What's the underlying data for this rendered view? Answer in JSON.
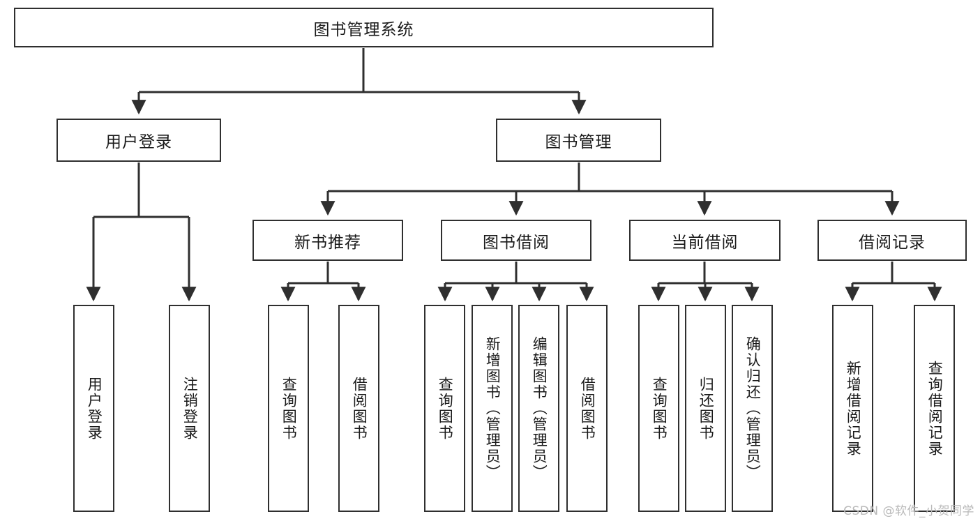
{
  "diagram": {
    "title_node": "图书管理系统",
    "level1": [
      {
        "id": "user-login",
        "label": "用户登录"
      },
      {
        "id": "book-manage",
        "label": "图书管理"
      }
    ],
    "level2": [
      {
        "id": "new-book-recommend",
        "label": "新书推荐"
      },
      {
        "id": "book-borrow",
        "label": "图书借阅"
      },
      {
        "id": "current-borrow",
        "label": "当前借阅"
      },
      {
        "id": "borrow-record",
        "label": "借阅记录"
      }
    ],
    "leaves": {
      "user_login": [
        {
          "id": "leaf-user-login",
          "label": "用户登录"
        },
        {
          "id": "leaf-logout-login",
          "label": "注销登录"
        }
      ],
      "new_book_recommend": [
        {
          "id": "leaf-query-book-1",
          "label": "查询图书"
        },
        {
          "id": "leaf-borrow-book-1",
          "label": "借阅图书"
        }
      ],
      "book_borrow": [
        {
          "id": "leaf-query-book-2",
          "label": "查询图书"
        },
        {
          "id": "leaf-add-book",
          "label": "新增图书（管理员）"
        },
        {
          "id": "leaf-edit-book",
          "label": "编辑图书（管理员）"
        },
        {
          "id": "leaf-borrow-book-2",
          "label": "借阅图书"
        }
      ],
      "current_borrow": [
        {
          "id": "leaf-query-book-3",
          "label": "查询图书"
        },
        {
          "id": "leaf-return-book",
          "label": "归还图书"
        },
        {
          "id": "leaf-confirm-return",
          "label": "确认归还（管理员）"
        }
      ],
      "borrow_record": [
        {
          "id": "leaf-add-record",
          "label": "新增借阅记录"
        },
        {
          "id": "leaf-query-record",
          "label": "查询借阅记录"
        }
      ]
    }
  },
  "watermark": {
    "text": "CSDN @软件_小贺同学"
  },
  "colors": {
    "stroke": "#2f2f2f",
    "box_fill": "#ffffff",
    "text": "#1a1a1a",
    "watermark": "#b9b9b9"
  }
}
